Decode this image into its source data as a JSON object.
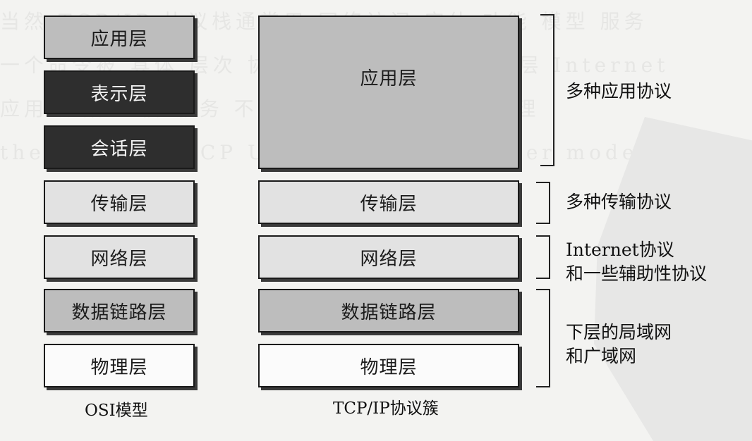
{
  "osi": {
    "caption": "OSI模型",
    "layers": [
      {
        "label": "应用层",
        "tone": "mid"
      },
      {
        "label": "表示层",
        "tone": "dark"
      },
      {
        "label": "会话层",
        "tone": "dark"
      },
      {
        "label": "传输层",
        "tone": "light"
      },
      {
        "label": "网络层",
        "tone": "light"
      },
      {
        "label": "数据链路层",
        "tone": "mid"
      },
      {
        "label": "物理层",
        "tone": "white"
      }
    ]
  },
  "tcpip": {
    "caption": "TCP/IP协议簇",
    "layers": [
      {
        "label": "应用层",
        "tone": "mid"
      },
      {
        "label": "传输层",
        "tone": "light"
      },
      {
        "label": "网络层",
        "tone": "light"
      },
      {
        "label": "数据链路层",
        "tone": "mid"
      },
      {
        "label": "物理层",
        "tone": "white"
      }
    ]
  },
  "protocols": [
    {
      "lines": [
        "多种应用协议"
      ]
    },
    {
      "lines": [
        "多种传输协议"
      ]
    },
    {
      "lines": [
        "Internet协议",
        "和一些辅助性协议"
      ]
    },
    {
      "lines": [
        "下层的局域网",
        "和广域网"
      ]
    }
  ]
}
